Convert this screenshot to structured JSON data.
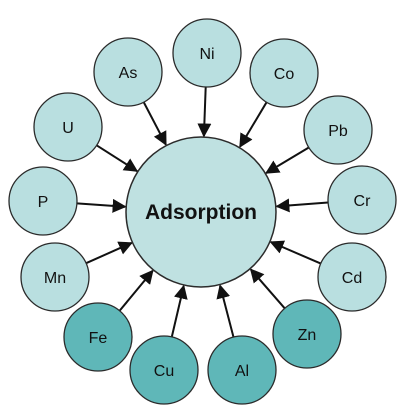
{
  "center": {
    "label": "Adsorption",
    "fill": "#bfe1e1"
  },
  "colors": {
    "light": "#b9dfe0",
    "dark": "#5fb7b8",
    "stroke": "#2b2b2b",
    "arrow": "#111111"
  },
  "nodes": [
    {
      "label": "Ni",
      "tone": "light"
    },
    {
      "label": "Co",
      "tone": "light"
    },
    {
      "label": "Pb",
      "tone": "light"
    },
    {
      "label": "Cr",
      "tone": "light"
    },
    {
      "label": "Cd",
      "tone": "light"
    },
    {
      "label": "Zn",
      "tone": "dark"
    },
    {
      "label": "Al",
      "tone": "dark"
    },
    {
      "label": "Cu",
      "tone": "dark"
    },
    {
      "label": "Fe",
      "tone": "dark"
    },
    {
      "label": "Mn",
      "tone": "light"
    },
    {
      "label": "P",
      "tone": "light"
    },
    {
      "label": "U",
      "tone": "light"
    },
    {
      "label": "As",
      "tone": "light"
    }
  ]
}
